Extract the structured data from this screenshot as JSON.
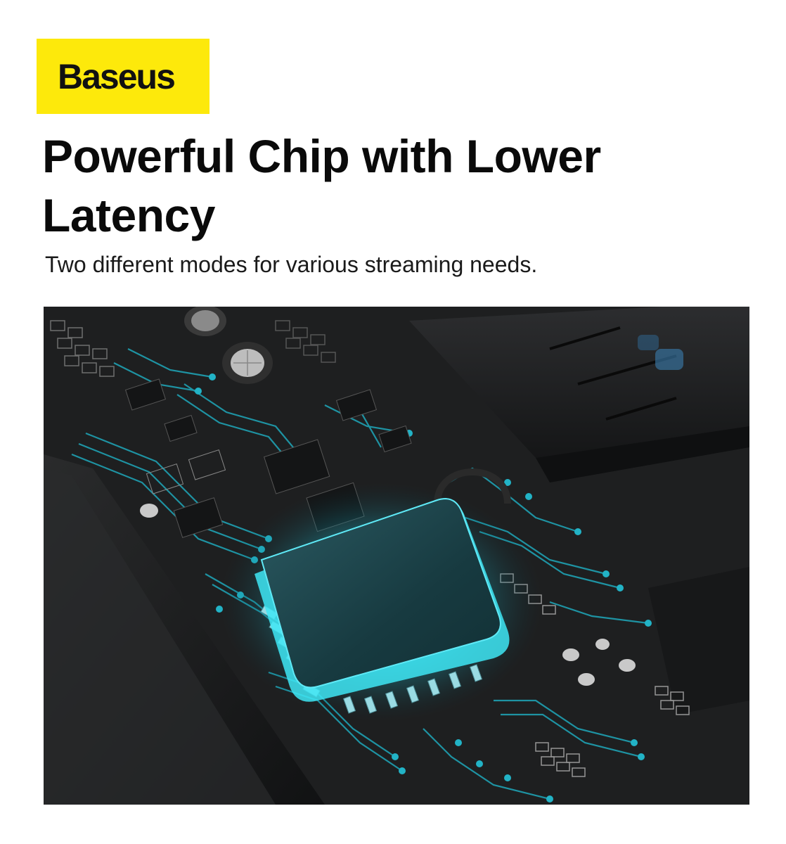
{
  "brand": {
    "logo_text": "Baseus",
    "logo_bg": "#fde90b"
  },
  "headline": {
    "line1": "Powerful Chip with Lower",
    "line2": "Latency"
  },
  "subheadline": "Two different modes for various streaming needs.",
  "hero_image": {
    "subject": "circuit-board-with-glowing-chip",
    "accent_color": "#29d6e8",
    "board_color": "#1c1d1e"
  }
}
